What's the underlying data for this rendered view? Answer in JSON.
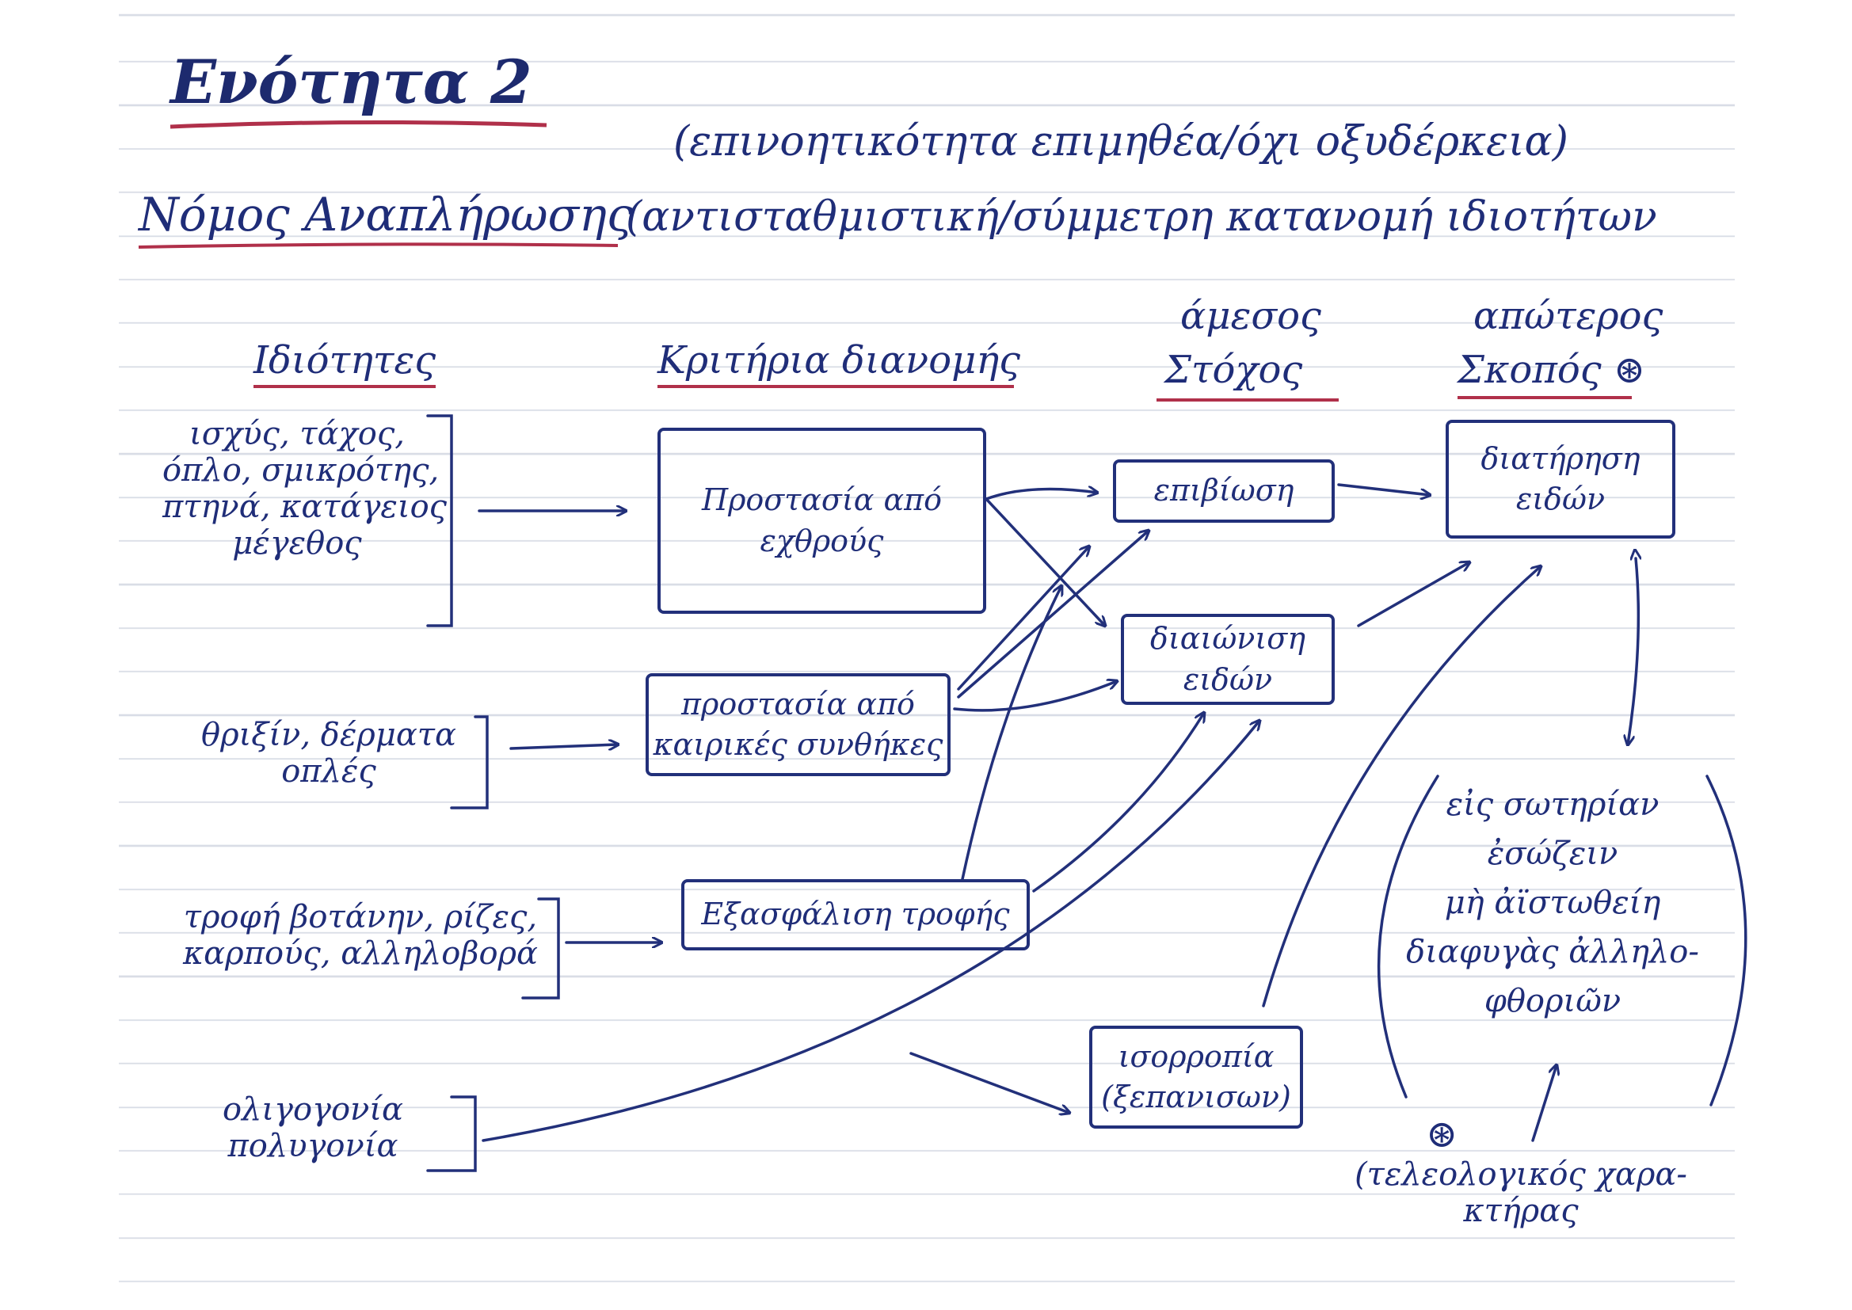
{
  "title": "Ενότητα 2",
  "subtitle_note": "(επινοητικότητα επιμηθέα/όχι οξυδέρκεια)",
  "law": {
    "name": "Νόμος Αναπλήρωσης",
    "note": "(αντισταθμιστική/σύμμετρη κατανομή ιδιοτήτων"
  },
  "headers": {
    "properties": "Ιδιότητες",
    "criteria": "Κριτήρια διανομής",
    "direct_goal_top": "άμεσος",
    "direct_goal_bottom": "Στόχος",
    "ultimate_goal_top": "απώτερος",
    "ultimate_goal_bottom": "Σκοπός",
    "star_symbol": "⊛"
  },
  "properties": {
    "group1": [
      "ισχύς, τάχος,",
      "όπλο, σμικρότης,",
      "πτηνά, κατάγειος",
      "μέγεθος"
    ],
    "group2": [
      "θριξίν, δέρματα",
      "οπλές"
    ],
    "group3": [
      "τροφή βοτάνην, ρίζες,",
      "καρπούς, αλληλοβορά"
    ],
    "group4": [
      "ολιγογονία",
      "πολυγονία"
    ]
  },
  "criteria_boxes": {
    "enemies": [
      "Προστασία από",
      "εχθρούς"
    ],
    "climate": [
      "προστασία από",
      "καιρικές συνθήκες"
    ],
    "food": [
      "Εξασφάλιση τροφής"
    ],
    "balance": [
      "ισορροπία",
      "(ξεπανισων)"
    ]
  },
  "goal_boxes": {
    "survival": "επιβίωση",
    "perpetuation": [
      "διαιώνιση",
      "ειδών"
    ]
  },
  "purpose_box": [
    "διατήρηση",
    "ειδών"
  ],
  "purpose_note": [
    "εἰς σωτηρίαν",
    "ἐσώζειν",
    "μὴ ἀϊστωθείη",
    "διαφυγὰς ἀλληλο-",
    "φθοριῶν"
  ],
  "teleology": {
    "symbol": "⊛",
    "text": [
      "(τελεολογικός χαρα-",
      "κτήρας"
    ]
  },
  "colors": {
    "ink": "#22307a",
    "underline_red": "#b0304a"
  }
}
